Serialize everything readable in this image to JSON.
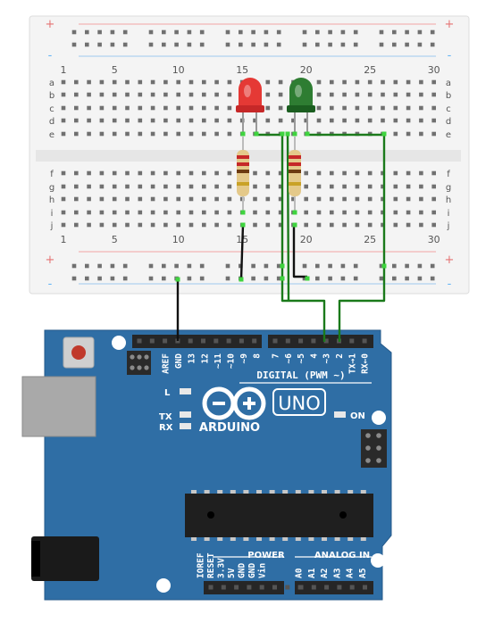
{
  "breadboard": {
    "column_numbers": [
      "1",
      "5",
      "10",
      "15",
      "20",
      "25",
      "30"
    ],
    "row_letters_top": [
      "a",
      "b",
      "c",
      "d",
      "e"
    ],
    "row_letters_bottom": [
      "f",
      "g",
      "h",
      "i",
      "j"
    ],
    "rail_plus": "+",
    "rail_minus": "-"
  },
  "components": {
    "led_red_color": "#e53935",
    "led_green_color": "#2e7d32",
    "wire_green_color": "#1b7a1b",
    "wire_black_color": "#111111"
  },
  "arduino": {
    "board_color": "#2f6ea5",
    "logo_text": "ARDUINO",
    "model_label": "UNO",
    "on_label": "ON",
    "digital_label": "DIGITAL (PWM ~)",
    "power_label": "POWER",
    "analog_label": "ANALOG IN",
    "l_label": "L",
    "tx_label": "TX",
    "rx_label": "RX",
    "top_header_left": [
      "AREF",
      "GND",
      "13",
      "12",
      "~11",
      "~10",
      "~9",
      "8"
    ],
    "top_header_right": [
      "7",
      "~6",
      "~5",
      "4",
      "~3",
      "2",
      "TX→1",
      "RX←0"
    ],
    "power_pins": [
      "IOREF",
      "RESET",
      "3.3V",
      "5V",
      "GND",
      "GND",
      "Vin"
    ],
    "analog_pins": [
      "A0",
      "A1",
      "A2",
      "A3",
      "A4",
      "A5"
    ]
  }
}
